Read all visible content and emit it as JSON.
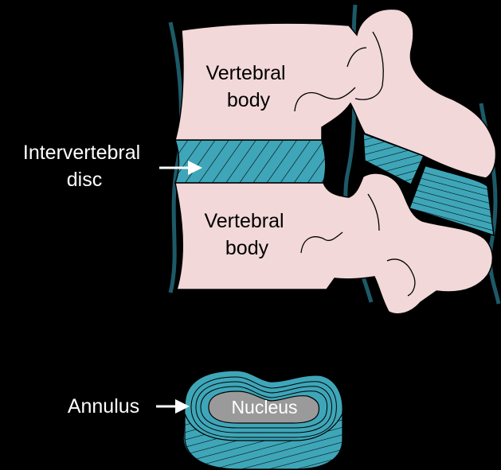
{
  "labels": {
    "vertebral_body_upper": [
      "Vertebral",
      "body"
    ],
    "vertebral_body_lower": [
      "Vertebral",
      "body"
    ],
    "intervertebral_disc": [
      "Intervertebral",
      "disc"
    ],
    "annulus": "Annulus",
    "nucleus": "Nucleus"
  },
  "colors": {
    "background": "#000000",
    "bone": "#f2d8d8",
    "disc": "#3ea6b8",
    "ligament": "#1d5a68",
    "nucleus": "#9a9a9a",
    "outline": "#000000",
    "label_text": "#ffffff"
  }
}
